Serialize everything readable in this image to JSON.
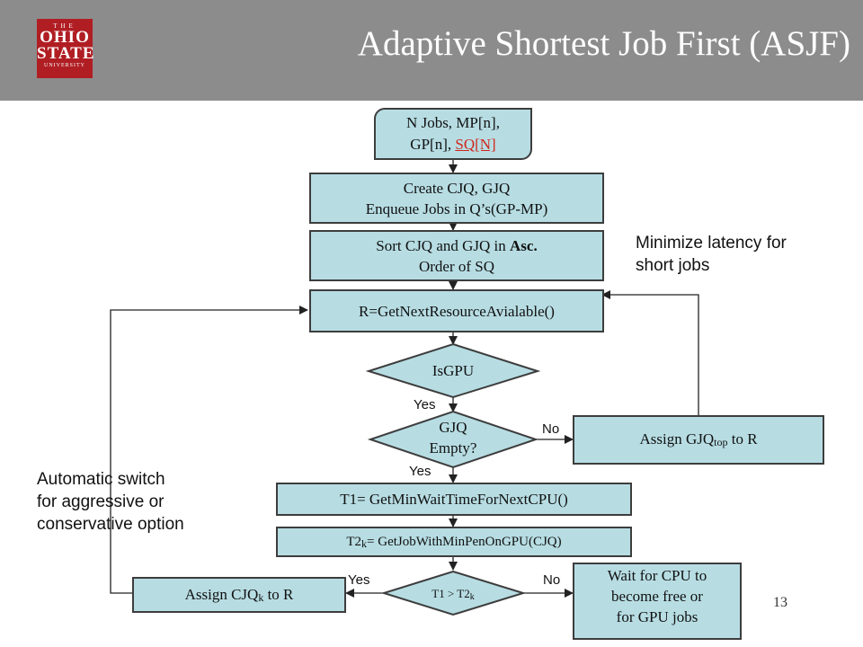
{
  "header": {
    "logo": {
      "line1": "THE",
      "line2": "OHIO",
      "line3": "STATE",
      "line4": "UNIVERSITY"
    },
    "title": "Adaptive Shortest Job First (ASJF)"
  },
  "flowchart": {
    "start": {
      "line1": "N Jobs, MP[n],",
      "line2_black": "GP[n],",
      "line2_red": "SQ[N]"
    },
    "create": {
      "line1": "Create CJQ, GJQ",
      "line2": "Enqueue Jobs in Q’s(GP-MP)"
    },
    "sort": {
      "line1_a": "Sort CJQ and GJQ in",
      "line1_b": "Asc.",
      "line2": "Order of SQ"
    },
    "get_resource": "R=GetNextResourceAvialable()",
    "is_gpu": "IsGPU",
    "gjq_empty": {
      "line1": "GJQ",
      "line2": "Empty?"
    },
    "assign_gjq": {
      "prefix": "Assign GJQ",
      "sub": "top",
      "suffix": " to R"
    },
    "t1": "T1= GetMinWaitTimeForNextCPU()",
    "t2k": {
      "prefix": "T2",
      "sub": "k",
      "suffix": "= GetJobWithMinPenOnGPU(CJQ)"
    },
    "compare": {
      "prefix": "T1 > T2",
      "sub": "k"
    },
    "assign_cjq": {
      "prefix": "Assign CJQ",
      "sub": "k",
      "suffix": " to R"
    },
    "wait": {
      "line1": "Wait for CPU to",
      "line2": "become free or",
      "line3": "for GPU jobs"
    },
    "labels": {
      "yes_isgpu": "Yes",
      "no_gjq": "No",
      "yes_gjq": "Yes",
      "yes_compare": "Yes",
      "no_compare": "No"
    }
  },
  "notes": {
    "latency": {
      "line1": "Minimize latency for",
      "line2": "short jobs"
    },
    "switch": {
      "line1": "Automatic switch",
      "line2": "for aggressive or",
      "line3": "conservative option"
    }
  },
  "page_number": "13",
  "colors": {
    "header_bg": "#8c8c8c",
    "logo_red": "#b01e23",
    "box_fill": "#b7dde3",
    "highlight_red": "#d0261c"
  }
}
